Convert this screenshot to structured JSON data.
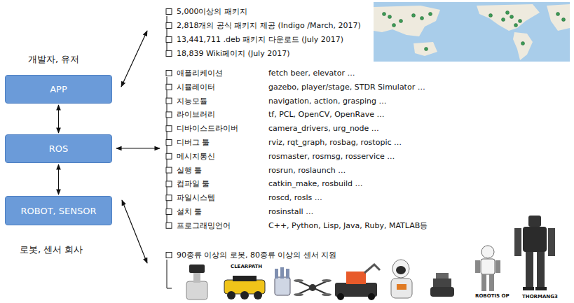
{
  "diagram": {
    "nodes": [
      {
        "text": [
          "APP"
        ]
      },
      {
        "text": [
          "ROS"
        ]
      },
      {
        "text": [
          "ROBOT, SENSOR"
        ]
      }
    ],
    "edges": [
      {
        "from": 0,
        "to": 1,
        "arrow": "both"
      },
      {
        "from": 1,
        "to": 2,
        "arrow": "both"
      }
    ],
    "labels": [
      "개발자, 유저",
      "로봇, 센서 회사",
      "5,000이상의 패키지",
      "2,818개의 공식 패키지 제공 (Indigo /March, 2017)",
      "13,441,711 .deb 패키지 다운로드 (July 2017)",
      "18,839 Wiki페이지 (July 2017)",
      "애플리케이션",
      "fetch beer, elevator …",
      "시뮬레이터",
      "gazebo, player/stage, STDR Simulator …",
      "지능모듈",
      "navigation, action, grasping …",
      "라이브러리",
      "tf, PCL, OpenCV, OpenRave …",
      "디바이스드라이버",
      "camera_drivers, urg_node …",
      "디버그 툴",
      "rviz, rqt_graph, rosbag, rostopic …",
      "메시지통신",
      "rosmaster, rosmsg, rosservice …",
      "실행 툴",
      "rosrun, roslaunch …",
      "컴파일 툴",
      "catkin_make, rosbuild …",
      "파일시스템",
      "roscd, rosls …",
      "설치 툴",
      "rosinstall …",
      "프로그래밍언어",
      "C++, Python, Lisp, Java, Ruby, MATLAB등",
      "90종류 이상의 로봇, 80종류 이상의 센서 지원",
      "CLEARPATH",
      "ROBOTIS OP",
      "THORMANG3"
    ]
  }
}
